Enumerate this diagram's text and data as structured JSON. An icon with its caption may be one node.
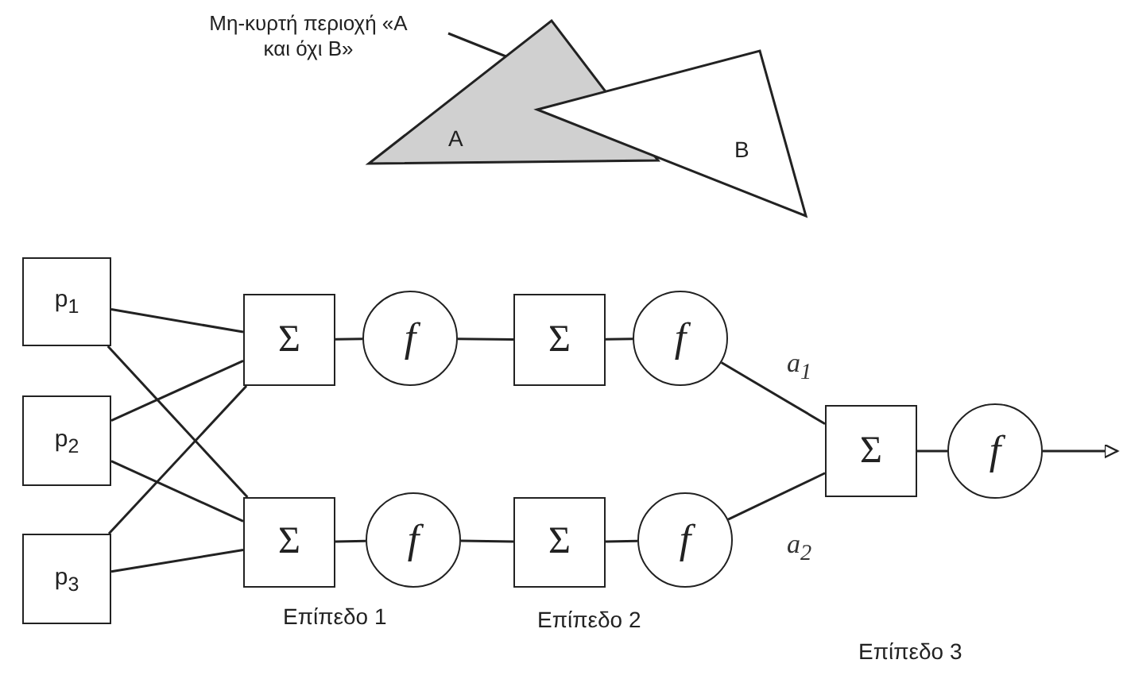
{
  "diagram": {
    "nodes": [
      {
        "text": [
          "Μη-κυρτή περιοχή «A και όχι B»"
        ]
      },
      {
        "text": [
          "A"
        ]
      },
      {
        "text": [
          "B"
        ]
      },
      {
        "text": [
          "p$_{1}$"
        ]
      },
      {
        "text": [
          "p$_{2}$"
        ]
      },
      {
        "text": [
          "p$_{3}$"
        ]
      },
      {
        "text": [
          "Σ"
        ]
      },
      {
        "text": [
          "f"
        ]
      },
      {
        "text": [
          "Σ"
        ]
      },
      {
        "text": [
          "f"
        ]
      },
      {
        "text": [
          "Σ"
        ]
      },
      {
        "text": [
          "f"
        ]
      },
      {
        "text": [
          "Σ"
        ]
      },
      {
        "text": [
          "f"
        ]
      },
      {
        "text": [
          "Σ"
        ]
      },
      {
        "text": [
          "f"
        ]
      }
    ],
    "edges": [
      {
        "from": 0,
        "to": 1,
        "arrow": "none"
      },
      {
        "from": 3,
        "to": 6,
        "arrow": "none"
      },
      {
        "from": 3,
        "to": 10,
        "arrow": "none"
      },
      {
        "from": 4,
        "to": 6,
        "arrow": "none"
      },
      {
        "from": 4,
        "to": 10,
        "arrow": "none"
      },
      {
        "from": 5,
        "to": 6,
        "arrow": "none"
      },
      {
        "from": 5,
        "to": 10,
        "arrow": "none"
      },
      {
        "from": 6,
        "to": 7,
        "arrow": "none"
      },
      {
        "from": 7,
        "to": 8,
        "arrow": "none"
      },
      {
        "from": 8,
        "to": 9,
        "arrow": "none"
      },
      {
        "from": 10,
        "to": 11,
        "arrow": "none"
      },
      {
        "from": 11,
        "to": 12,
        "arrow": "none"
      },
      {
        "from": 12,
        "to": 13,
        "arrow": "none"
      },
      {
        "from": 9,
        "to": 14,
        "label": "a$_{1}$",
        "arrow": "none"
      },
      {
        "from": 13,
        "to": 14,
        "label": "a$_{2}$",
        "arrow": "none"
      },
      {
        "from": 14,
        "to": 15,
        "arrow": "none"
      },
      {
        "from": 15,
        "to": null,
        "arrow": "to"
      }
    ],
    "labels": [
      "Επίπεδο 1",
      "Επίπεδο 2",
      "Επίπεδο 3"
    ]
  }
}
